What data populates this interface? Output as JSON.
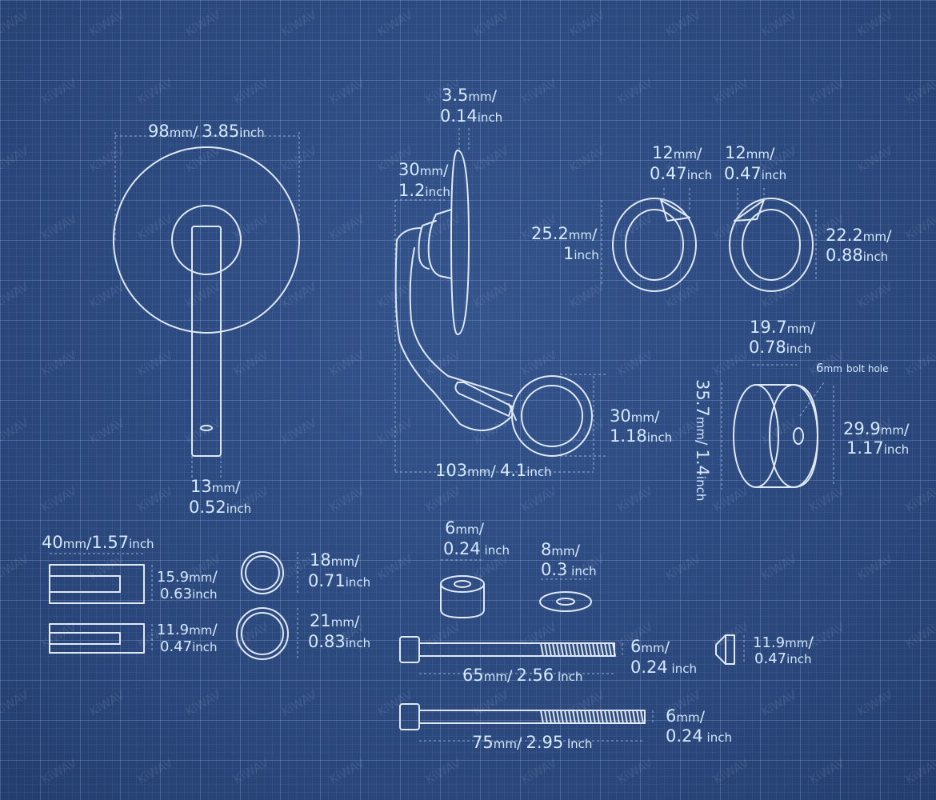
{
  "watermark": "KiWAV",
  "colors": {
    "background": "#2c4a80",
    "line": "#dfe8f5",
    "text": "#d4e8ff"
  },
  "slash": "/",
  "dimensions": {
    "mirror_width": {
      "mm": "98",
      "mm_unit": "mm",
      "inch": "3.85",
      "inch_unit": "inch"
    },
    "stem_width": {
      "mm": "13",
      "mm_unit": "mm",
      "inch": "0.52",
      "inch_unit": "inch"
    },
    "glass_thickness": {
      "mm": "3.5",
      "mm_unit": "mm",
      "inch": "0.14",
      "inch_unit": "inch"
    },
    "head_depth": {
      "mm": "30",
      "mm_unit": "mm",
      "inch": "1.2",
      "inch_unit": "inch"
    },
    "clamp_diameter": {
      "mm": "30",
      "mm_unit": "mm",
      "inch": "1.18",
      "inch_unit": "inch"
    },
    "arm_length": {
      "mm": "103",
      "mm_unit": "mm",
      "inch": "4.1",
      "inch_unit": "inch"
    },
    "shim_a_width": {
      "mm": "12",
      "mm_unit": "mm",
      "inch": "0.47",
      "inch_unit": "inch"
    },
    "shim_b_width": {
      "mm": "12",
      "mm_unit": "mm",
      "inch": "0.47",
      "inch_unit": "inch"
    },
    "shim_a_diameter": {
      "mm": "25.2",
      "mm_unit": "mm",
      "inch": "1",
      "inch_unit": "inch"
    },
    "shim_b_diameter": {
      "mm": "22.2",
      "mm_unit": "mm",
      "inch": "0.88",
      "inch_unit": "inch"
    },
    "end_cap_width": {
      "mm": "19.7",
      "mm_unit": "mm",
      "inch": "0.78",
      "inch_unit": "inch"
    },
    "end_cap_height": {
      "mm": "35.7",
      "mm_unit": "mm",
      "inch": "1.4",
      "inch_unit": "inch"
    },
    "end_cap_diameter": {
      "mm": "29.9",
      "mm_unit": "mm",
      "inch": "1.17",
      "inch_unit": "inch"
    },
    "bolt_hole": {
      "mm": "6",
      "mm_unit": "mm",
      "text": "bolt hole"
    },
    "insert_length": {
      "mm": "40",
      "mm_unit": "mm",
      "inch": "1.57",
      "inch_unit": "inch"
    },
    "insert_a_diameter": {
      "mm": "15.9",
      "mm_unit": "mm",
      "inch": "0.63",
      "inch_unit": "inch"
    },
    "insert_b_diameter": {
      "mm": "11.9",
      "mm_unit": "mm",
      "inch": "0.47",
      "inch_unit": "inch"
    },
    "ring_a_diameter": {
      "mm": "18",
      "mm_unit": "mm",
      "inch": "0.71",
      "inch_unit": "inch"
    },
    "ring_b_diameter": {
      "mm": "21",
      "mm_unit": "mm",
      "inch": "0.83",
      "inch_unit": "inch"
    },
    "spacer_length": {
      "mm": "6",
      "mm_unit": "mm",
      "inch": "0.24",
      "inch_unit": " inch"
    },
    "washer_thickness": {
      "mm": "8",
      "mm_unit": "mm",
      "inch": "0.3",
      "inch_unit": " inch"
    },
    "bolt_a_diameter": {
      "mm": "6",
      "mm_unit": "mm",
      "inch": "0.24",
      "inch_unit": " inch"
    },
    "bolt_a_length": {
      "mm": "65",
      "mm_unit": "mm",
      "inch": "2.56",
      "inch_unit": " inch"
    },
    "wedge_nut_size": {
      "mm": "11.9",
      "mm_unit": "mm",
      "inch": "0.47",
      "inch_unit": "inch"
    },
    "bolt_b_diameter": {
      "mm": "6",
      "mm_unit": "mm",
      "inch": "0.24",
      "inch_unit": " inch"
    },
    "bolt_b_length": {
      "mm": "75",
      "mm_unit": "mm",
      "inch": "2.95",
      "inch_unit": " inch"
    }
  }
}
